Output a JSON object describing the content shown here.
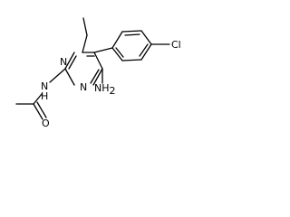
{
  "structure": {
    "labels": {
      "ring_n_top": "N",
      "ring_n_bottom": "N",
      "amide_nh": "N",
      "amide_h": "H",
      "amino_n": "NH",
      "amino_sub": "2",
      "carbonyl_o": "O",
      "chlorine": "Cl"
    }
  }
}
